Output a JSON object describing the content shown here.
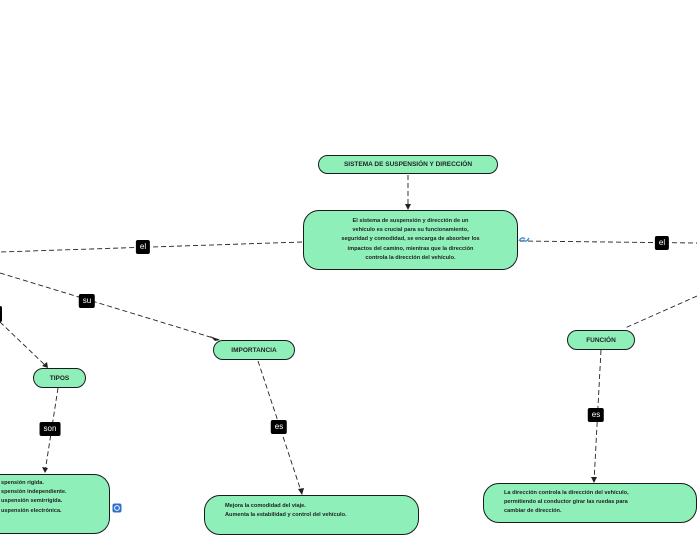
{
  "nodes": {
    "main_title": "SISTEMA DE SUSPENSIÓN Y DIRECCIÓN",
    "description_lines": [
      "El sistema de suspensión y dirección de un",
      "vehículo es crucial para su funcionamiento,",
      "seguridad y comodidad, se encarga de absorber los",
      "impactos del camino, mientras que la dirección",
      "controla la dirección del vehículo."
    ],
    "importancia": "IMPORTANCIA",
    "tipos": "TIPOS",
    "funcion": "FUNCIÓN",
    "tipos_list": [
      "spensión rígida.",
      "spensión independiente.",
      "uspensión semirrígida.",
      "uspensión electrónica."
    ],
    "importancia_list": [
      "Mejora la comodidad del viaje.",
      "Aumenta la estabilidad y control del vehículo."
    ],
    "funcion_text_lines": [
      "La dirección controla la dirección del vehículo,",
      "permitiendo al conductor girar las ruedas para",
      "cambiar de dirección."
    ]
  },
  "connectors": {
    "el_left": "el",
    "el_right": "el",
    "su": "su",
    "son": "son",
    "es_importancia": "es",
    "es_funcion": "es"
  },
  "colors": {
    "node_fill": "#8ef0b8",
    "node_border": "#1b1b1b",
    "connector_bg": "#000000",
    "link_icon": "#3b8fd6",
    "badge_icon": "#2f6fd0"
  },
  "icons": [
    "link-icon",
    "info-badge-icon"
  ]
}
